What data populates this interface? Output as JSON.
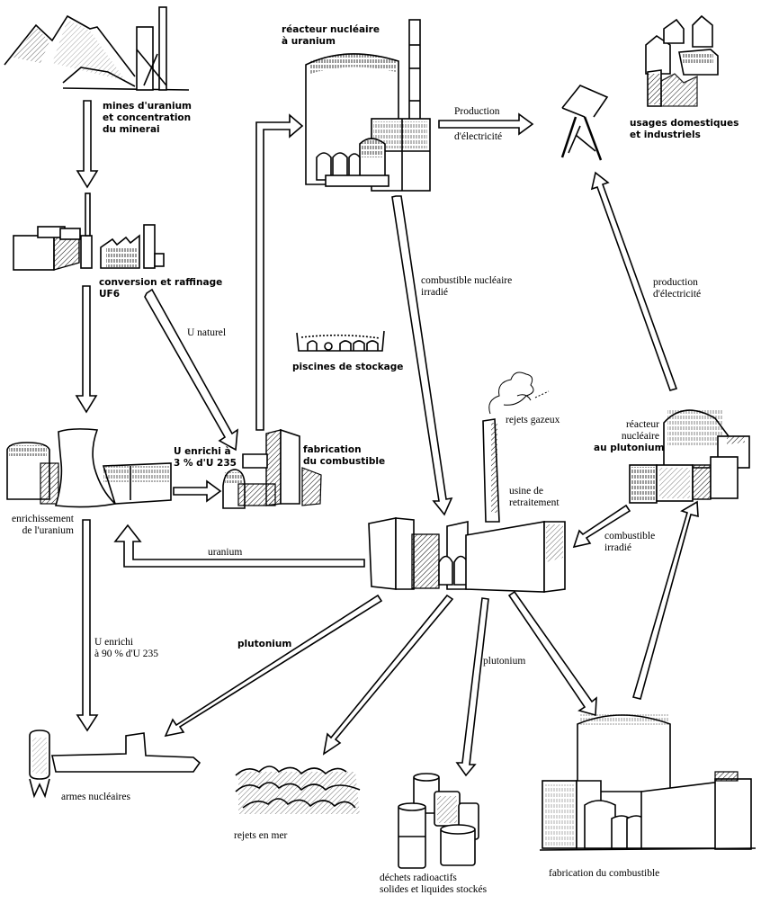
{
  "diagram": {
    "language": "fr",
    "subject": "cycle du combustible nucléaire",
    "nodes": [
      {
        "id": "mines",
        "label_lines": [
          "mines d'uranium",
          "et concentration",
          "du minerai"
        ],
        "icon": "mine-icon"
      },
      {
        "id": "conversion",
        "label_lines": [
          "conversion et raffinage",
          "UF6"
        ],
        "icon": "factory-icon"
      },
      {
        "id": "enrichissement",
        "label_lines": [
          "enrichissement",
          "de l'uranium"
        ],
        "icon": "cooling-tower-icon"
      },
      {
        "id": "fabrication1",
        "label_lines": [
          "fabrication",
          "du combustible"
        ],
        "icon": "fuel-plant-icon"
      },
      {
        "id": "reacteur_uranium",
        "label_lines": [
          "réacteur nucléaire",
          "à uranium"
        ],
        "icon": "reactor-icon"
      },
      {
        "id": "usages",
        "label_lines": [
          "usages domestiques",
          "et industriels"
        ],
        "icon": "houses-icon"
      },
      {
        "id": "piscines",
        "label_lines": [
          "piscines de stockage"
        ],
        "icon": "storage-pool-icon"
      },
      {
        "id": "retraitement",
        "label_lines": [
          "usine de",
          "retraitement"
        ],
        "icon": "reprocessing-plant-icon"
      },
      {
        "id": "rejets_gazeux",
        "label_lines": [
          "rejets gazeux"
        ],
        "icon": "smoke-icon"
      },
      {
        "id": "reacteur_plutonium",
        "label_lines": [
          "réacteur",
          "nucléaire",
          "au plutonium"
        ],
        "icon": "reactor-icon"
      },
      {
        "id": "armes",
        "label_lines": [
          "armes nucléaires"
        ],
        "icon": "bomb-submarine-icon"
      },
      {
        "id": "rejets_mer",
        "label_lines": [
          "rejets en mer"
        ],
        "icon": "waves-icon"
      },
      {
        "id": "dechets",
        "label_lines": [
          "déchets radioactifs",
          "solides et liquides stockés"
        ],
        "icon": "barrels-icon"
      },
      {
        "id": "fabrication2",
        "label_lines": [
          "fabrication du combustible"
        ],
        "icon": "reactor-plant-icon"
      }
    ],
    "edges": [
      {
        "from": "mines",
        "to": "conversion",
        "label_lines": []
      },
      {
        "from": "conversion",
        "to": "enrichissement",
        "label_lines": []
      },
      {
        "from": "conversion",
        "to": "fabrication1",
        "label_lines": [
          "U naturel"
        ]
      },
      {
        "from": "enrichissement",
        "to": "fabrication1",
        "label_lines": [
          "U enrichi à",
          "3 % d'U 235"
        ]
      },
      {
        "from": "fabrication1",
        "to": "reacteur_uranium",
        "label_lines": []
      },
      {
        "from": "reacteur_uranium",
        "to": "usages",
        "label_lines": [
          "Production",
          "d'électricité"
        ]
      },
      {
        "from": "reacteur_uranium",
        "to": "retraitement",
        "label_lines": [
          "combustible nucléaire",
          "irradié"
        ]
      },
      {
        "from": "retraitement",
        "to": "enrichissement",
        "label_lines": [
          "uranium"
        ]
      },
      {
        "from": "enrichissement",
        "to": "armes",
        "label_lines": [
          "U enrichi",
          "à 90 % d'U 235"
        ]
      },
      {
        "from": "retraitement",
        "to": "armes",
        "label_lines": [
          "plutonium"
        ]
      },
      {
        "from": "retraitement",
        "to": "rejets_mer",
        "label_lines": []
      },
      {
        "from": "retraitement",
        "to": "dechets",
        "label_lines": [
          "plutonium"
        ]
      },
      {
        "from": "retraitement",
        "to": "fabrication2",
        "label_lines": []
      },
      {
        "from": "fabrication2",
        "to": "reacteur_plutonium",
        "label_lines": []
      },
      {
        "from": "reacteur_plutonium",
        "to": "retraitement",
        "label_lines": [
          "combustible",
          "irradié"
        ]
      },
      {
        "from": "reacteur_plutonium",
        "to": "usages",
        "label_lines": [
          "production",
          "d'électricité"
        ]
      }
    ]
  },
  "labels": {
    "mines": [
      "mines d'uranium",
      "et concentration",
      "du minerai"
    ],
    "conversion": [
      "conversion et raffinage",
      "UF6"
    ],
    "u_naturel": "U naturel",
    "piscines": "piscines de stockage",
    "reacteur_uranium": [
      "réacteur nucléaire",
      "à uranium"
    ],
    "production_top": [
      "Production",
      "d'électricité"
    ],
    "usages": [
      "usages domestiques",
      "et industriels"
    ],
    "combustible_irradie_top": [
      "combustible nucléaire",
      "irradié"
    ],
    "production_right": [
      "production",
      "d'électricité"
    ],
    "rejets_gazeux": "rejets gazeux",
    "reacteur_plutonium": [
      "réacteur",
      "nucléaire",
      "au plutonium"
    ],
    "enrichi_3": [
      "U enrichi à",
      "3 % d'U 235"
    ],
    "fabrication1": [
      "fabrication",
      "du combustible"
    ],
    "usine": [
      "usine de",
      "retraitement"
    ],
    "enrichissement": [
      "enrichissement",
      "de l'uranium"
    ],
    "uranium": "uranium",
    "combustible_irradie_right": [
      "combustible",
      "irradié"
    ],
    "enrichi_90": [
      "U enrichi",
      "à 90 % d'U 235"
    ],
    "plutonium_left": "plutonium",
    "plutonium_mid": "plutonium",
    "armes": "armes nucléaires",
    "rejets_mer": "rejets en mer",
    "dechets": [
      "déchets radioactifs",
      "solides et liquides stockés"
    ],
    "fabrication2": "fabrication du combustible"
  }
}
